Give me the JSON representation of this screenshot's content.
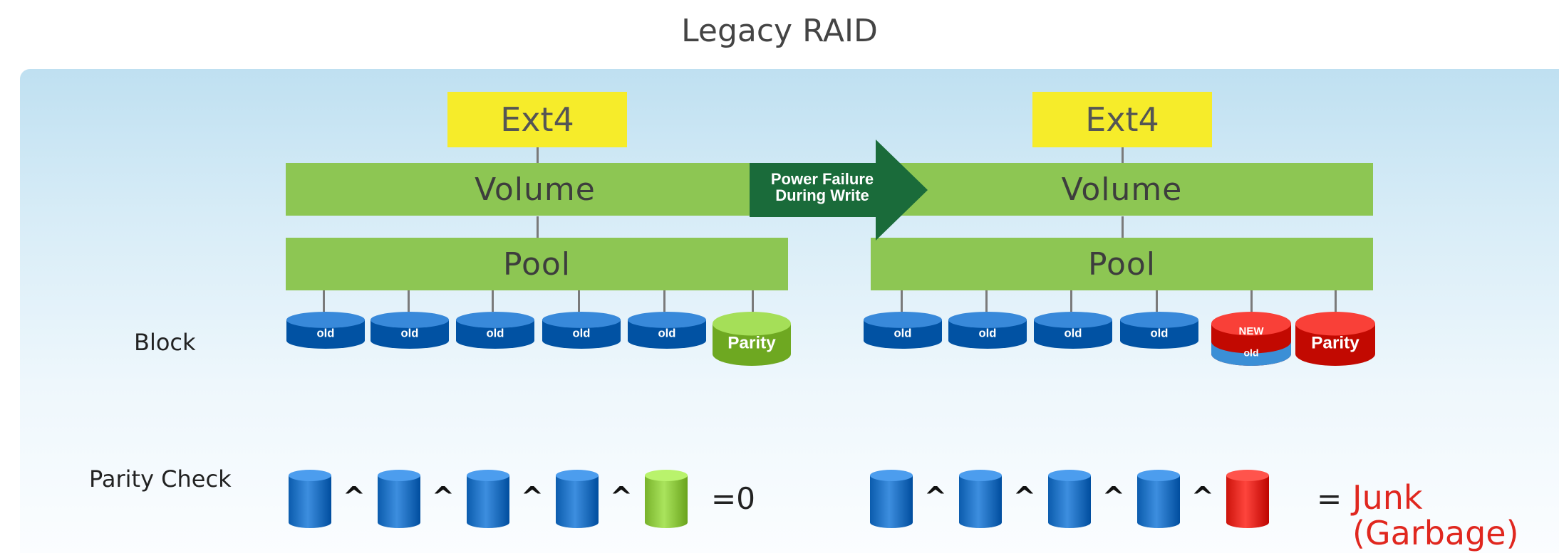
{
  "title": "Legacy RAID",
  "left": {
    "fs": "Ext4",
    "volume": "Volume",
    "pool": "Pool"
  },
  "right": {
    "fs": "Ext4",
    "volume": "Volume",
    "pool": "Pool"
  },
  "transition": {
    "line1": "Power Failure",
    "line2": "During Write"
  },
  "labels": {
    "block": "Block",
    "parity_check": "Parity Check"
  },
  "disk_text": {
    "old": "old",
    "parity": "Parity",
    "new": "NEW"
  },
  "result_left": "=0",
  "result_right": {
    "eq": "=",
    "word": "Junk",
    "note": "(Garbage)"
  },
  "operator": "^",
  "colors": {
    "ext4": "#f6ec2a",
    "bar": "#8dc653",
    "arrow": "#1a6b3a",
    "disk_blue": "#1f70c1",
    "parity_green": "#8cc63f",
    "parity_red": "#e0271f"
  }
}
